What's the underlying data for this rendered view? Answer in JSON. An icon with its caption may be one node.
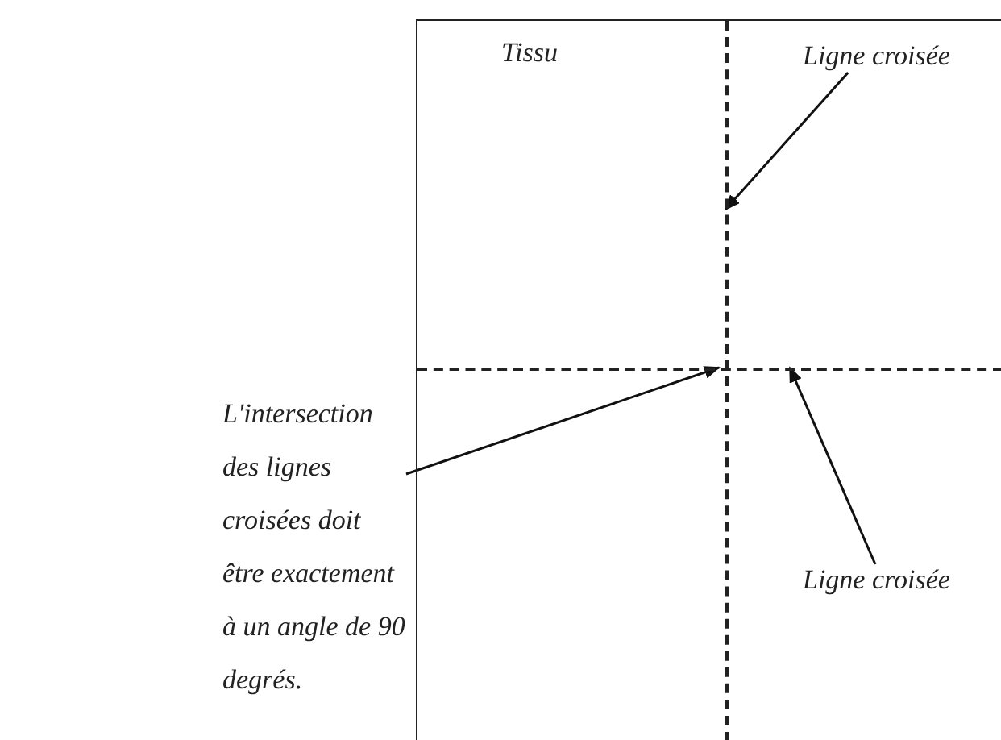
{
  "diagram": {
    "nodes": [
      {
        "text": [
          "Tissu"
        ]
      },
      {
        "text": [
          "Ligne croisée"
        ],
        "in": 0
      },
      {
        "text": [],
        "shape": "line",
        "in": 0
      },
      {
        "text": [
          "L'intersection des lignes croisées doit être exactement à un angle de 90 degrés."
        ]
      },
      {
        "text": [
          "Ligne croisée"
        ],
        "in": 0
      },
      {
        "text": [],
        "shape": "line",
        "in": 0
      }
    ],
    "edges": [
      {
        "from": 1,
        "to": 2,
        "arrow": "to"
      },
      {
        "from": 3,
        "to": 5,
        "arrow": "to"
      },
      {
        "from": 4,
        "to": 5,
        "arrow": "to"
      }
    ]
  }
}
